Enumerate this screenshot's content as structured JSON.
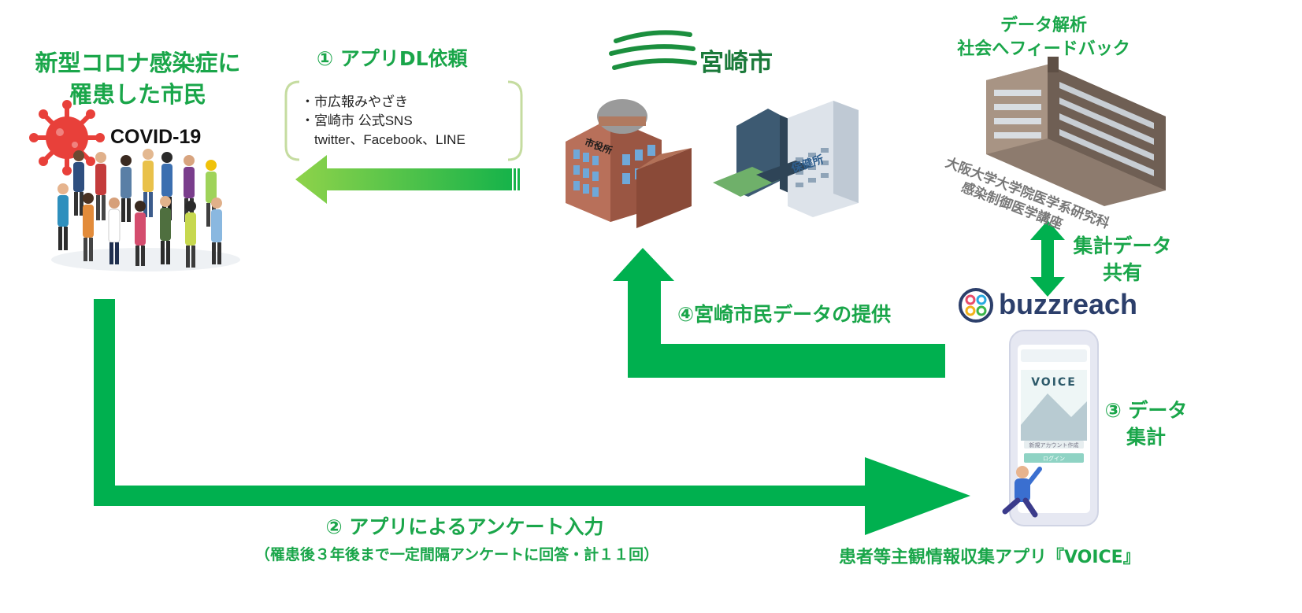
{
  "citizens": {
    "title_line1": "新型コロナ感染症に",
    "title_line2": "罹患した市民",
    "covid_label": "COVID-19"
  },
  "step1": {
    "title": "① アプリDL依頼",
    "channels": [
      "・市広報みやざき",
      "・宮崎市 公式SNS",
      "　twitter、Facebook、LINE"
    ]
  },
  "city": {
    "name": "宮崎市",
    "city_hall_sign": "市役所",
    "health_center_sign": "保健所"
  },
  "university": {
    "title_line1": "データ解析",
    "title_line2": "社会へフィードバック",
    "name_line1": "大阪大学大学院医学系研究科",
    "name_line2": "感染制御医学講座"
  },
  "share": {
    "line1": "集計データ",
    "line2": "共有"
  },
  "buzzreach": {
    "name": "buzzreach"
  },
  "step4": {
    "label": "④宮崎市民データの提供"
  },
  "step3": {
    "line1": "③ データ",
    "line2": "集計"
  },
  "phone": {
    "app_name": "VOICE",
    "screen_text": "新規アカウント作成",
    "screen_button": "ログイン"
  },
  "step2": {
    "label": "② アプリによるアンケート入力",
    "note": "（罹患後３年後まで一定間隔アンケートに回答・計１１回）"
  },
  "app_caption": "患者等主観情報収集アプリ『VOICE』",
  "colors": {
    "green": "#00b04f",
    "title_green": "#1aa64a",
    "bracket": "#c5dca0"
  }
}
